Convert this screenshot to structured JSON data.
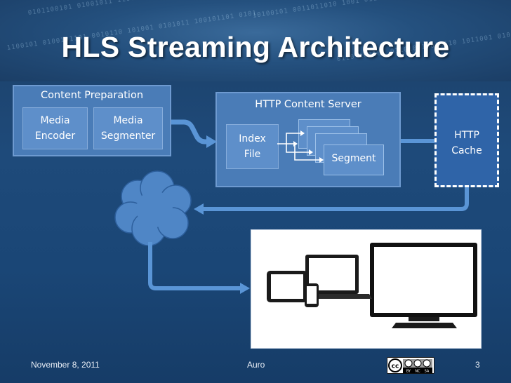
{
  "slide": {
    "title": "HLS Streaming Architecture"
  },
  "content_preparation": {
    "title": "Content Preparation",
    "media_encoder": [
      "Media",
      "Encoder"
    ],
    "media_segmenter": [
      "Media",
      "Segmenter"
    ]
  },
  "http_content_server": {
    "title": "HTTP Content Server",
    "index_file": [
      "Index",
      "File"
    ],
    "segment": "Segment"
  },
  "http_cache": [
    "HTTP",
    "Cache"
  ],
  "footer": {
    "date": "November 8, 2011",
    "author": "Auro",
    "page": "3",
    "license_badge": {
      "icon": "creative-commons-by-nc-sa-icon",
      "labels": [
        "BY",
        "NC",
        "SA"
      ]
    }
  },
  "colors": {
    "background": "#1e4a7a",
    "panel": "#4a7cb7",
    "panel_inner": "#5e8fca",
    "cache": "#2f64a8",
    "arrow": "#5a95d6",
    "cloud": "#4f86c6",
    "text": "#ffffff"
  }
}
